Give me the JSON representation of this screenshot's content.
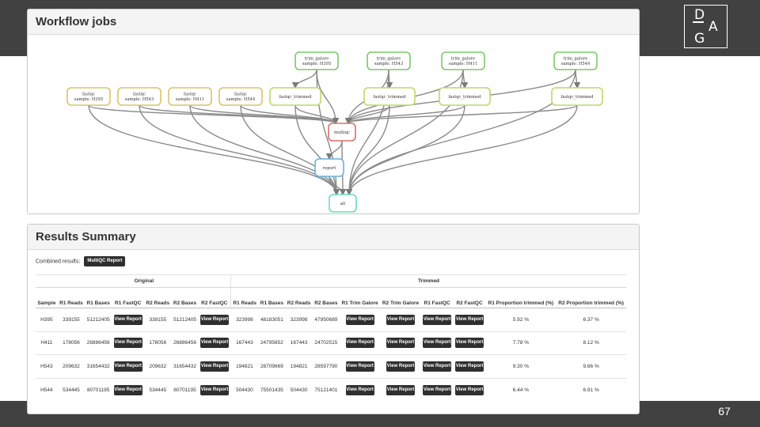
{
  "slide": {
    "page_number": "67"
  },
  "logo": {
    "top": "D",
    "right": "A",
    "bottom": "G"
  },
  "workflow": {
    "title": "Workflow jobs",
    "nodes": [
      {
        "id": "tg1",
        "lines": [
          "trim_galore",
          "sample: H395"
        ],
        "color": "#7cc86a"
      },
      {
        "id": "tg2",
        "lines": [
          "trim_galore",
          "sample: H543"
        ],
        "color": "#7cc86a"
      },
      {
        "id": "tg3",
        "lines": [
          "trim_galore",
          "sample: H411"
        ],
        "color": "#7cc86a"
      },
      {
        "id": "tg4",
        "lines": [
          "trim_galore",
          "sample: H544"
        ],
        "color": "#7cc86a"
      },
      {
        "id": "fq1",
        "lines": [
          "fastqc",
          "sample: H395"
        ],
        "color": "#d9c36a"
      },
      {
        "id": "fq2",
        "lines": [
          "fastqc",
          "sample: H543"
        ],
        "color": "#d9c36a"
      },
      {
        "id": "fq3",
        "lines": [
          "fastqc",
          "sample: H411"
        ],
        "color": "#d9c36a"
      },
      {
        "id": "fq4",
        "lines": [
          "fastqc",
          "sample: H544"
        ],
        "color": "#d9c36a"
      },
      {
        "id": "ft1",
        "lines": [
          "fastqc_trimmed"
        ],
        "color": "#bcd96a"
      },
      {
        "id": "ft2",
        "lines": [
          "fastqc_trimmed"
        ],
        "color": "#bcd96a"
      },
      {
        "id": "ft3",
        "lines": [
          "fastqc_trimmed"
        ],
        "color": "#bcd96a"
      },
      {
        "id": "ft4",
        "lines": [
          "fastqc_trimmed"
        ],
        "color": "#bcd96a"
      },
      {
        "id": "mq",
        "lines": [
          "multiqc"
        ],
        "color": "#d9706a"
      },
      {
        "id": "rp",
        "lines": [
          "report"
        ],
        "color": "#6ab0d9"
      },
      {
        "id": "al",
        "lines": [
          "all"
        ],
        "color": "#6ad9c0"
      }
    ],
    "edges": [
      [
        "tg1",
        "ft1"
      ],
      [
        "tg2",
        "ft2"
      ],
      [
        "tg3",
        "ft3"
      ],
      [
        "tg4",
        "ft4"
      ],
      [
        "fq1",
        "mq"
      ],
      [
        "fq2",
        "mq"
      ],
      [
        "fq3",
        "mq"
      ],
      [
        "fq4",
        "mq"
      ],
      [
        "ft1",
        "mq"
      ],
      [
        "ft2",
        "mq"
      ],
      [
        "ft3",
        "mq"
      ],
      [
        "ft4",
        "mq"
      ],
      [
        "tg1",
        "mq"
      ],
      [
        "tg2",
        "mq"
      ],
      [
        "tg3",
        "mq"
      ],
      [
        "tg4",
        "mq"
      ],
      [
        "mq",
        "rp"
      ],
      [
        "rp",
        "al"
      ],
      [
        "mq",
        "al"
      ],
      [
        "fq1",
        "al"
      ],
      [
        "fq2",
        "al"
      ],
      [
        "fq3",
        "al"
      ],
      [
        "fq4",
        "al"
      ],
      [
        "ft1",
        "al"
      ],
      [
        "ft2",
        "al"
      ],
      [
        "ft3",
        "al"
      ],
      [
        "ft4",
        "al"
      ],
      [
        "tg1",
        "al"
      ],
      [
        "tg2",
        "al"
      ],
      [
        "tg3",
        "al"
      ],
      [
        "tg4",
        "al"
      ]
    ]
  },
  "results": {
    "title": "Results Summary",
    "combined_label": "Combined results:",
    "multiqc_button": "MultiQC Report",
    "groups": {
      "original": "Original",
      "trimmed": "Trimmed"
    },
    "columns": {
      "sample": "Sample",
      "r1_reads": "R1 Reads",
      "r1_bases": "R1 Bases",
      "r1_fastqc": "R1 FastQC",
      "r2_reads": "R2 Reads",
      "r2_bases": "R2 Bases",
      "r2_fastqc": "R2 FastQC",
      "t_r1_reads": "R1 Reads",
      "t_r1_bases": "R1 Bases",
      "t_r2_reads": "R2 Reads",
      "t_r2_bases": "R2 Bases",
      "r1_trim_galore": "R1 Trim Galore",
      "r2_trim_galore": "R2 Trim Galore",
      "t_r1_fastqc": "R1 FastQC",
      "t_r2_fastqc": "R2 FastQC",
      "r1_prop": "R1 Proportion trimmed (%)",
      "r2_prop": "R2 Proportion trimmed (%)"
    },
    "view_label": "View Report",
    "rows": [
      {
        "sample": "H395",
        "r1_reads": "339155",
        "r1_bases": "51212405",
        "r2_reads": "339155",
        "r2_bases": "51212405",
        "t_r1_reads": "323998",
        "t_r1_bases": "48183051",
        "t_r2_reads": "323998",
        "t_r2_bases": "47950689",
        "r1_prop": "5.92 %",
        "r2_prop": "6.37 %"
      },
      {
        "sample": "H411",
        "r1_reads": "178056",
        "r1_bases": "26886456",
        "r2_reads": "178056",
        "r2_bases": "26886456",
        "t_r1_reads": "167443",
        "t_r1_bases": "24795652",
        "t_r2_reads": "167443",
        "t_r2_bases": "24702515",
        "r1_prop": "7.78 %",
        "r2_prop": "8.12 %"
      },
      {
        "sample": "H543",
        "r1_reads": "209632",
        "r1_bases": "31654432",
        "r2_reads": "209632",
        "r2_bases": "31654432",
        "t_r1_reads": "194821",
        "t_r1_bases": "28709669",
        "t_r2_reads": "194821",
        "t_r2_bases": "28597790",
        "r1_prop": "9.30 %",
        "r2_prop": "9.66 %"
      },
      {
        "sample": "H544",
        "r1_reads": "534445",
        "r1_bases": "80701195",
        "r2_reads": "534445",
        "r2_bases": "80701195",
        "t_r1_reads": "504430",
        "t_r1_bases": "75501435",
        "t_r2_reads": "504430",
        "t_r2_bases": "75121401",
        "r1_prop": "6.44 %",
        "r2_prop": "6.91 %"
      }
    ]
  }
}
